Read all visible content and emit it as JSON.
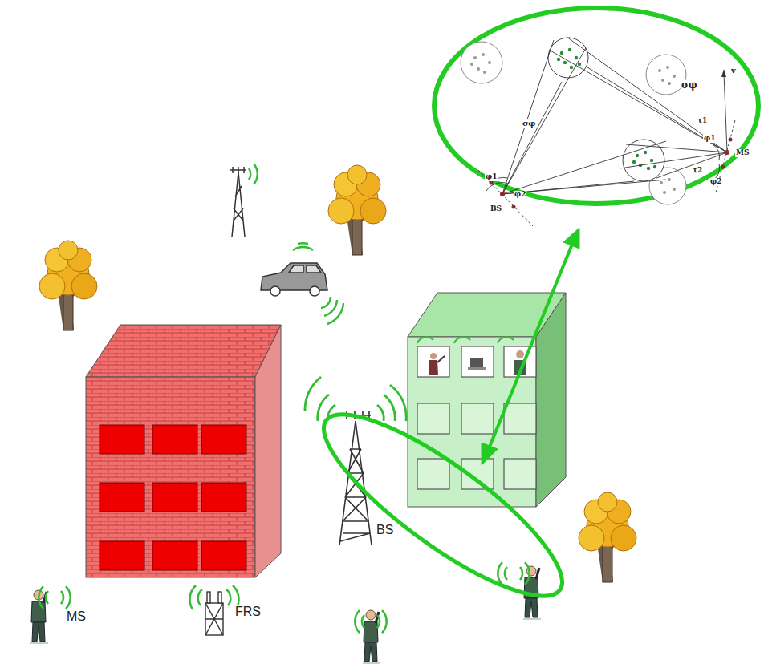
{
  "diagram": {
    "labels": [
      "MS",
      "FRS",
      "BS",
      "σφ",
      "σφ",
      "φ1",
      "φ2",
      "τ1",
      "τ2",
      "φ1",
      "φ2",
      "v",
      "BS",
      "MS"
    ]
  }
}
